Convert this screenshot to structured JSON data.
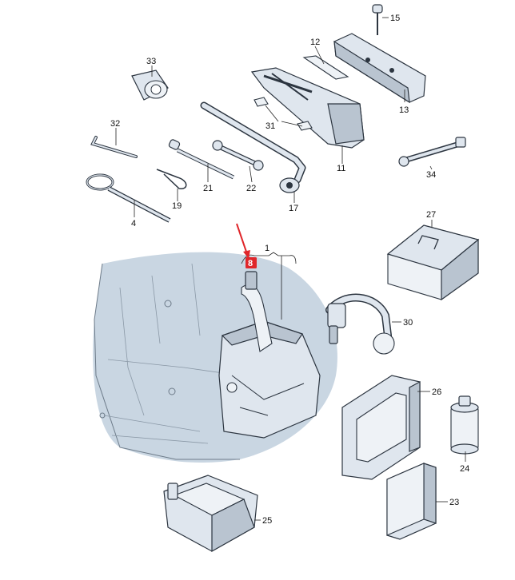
{
  "callouts": {
    "c15": "15",
    "c12": "12",
    "c33": "33",
    "c13": "13",
    "c31": "31",
    "c11": "11",
    "c32": "32",
    "c21": "21",
    "c22": "22",
    "c19": "19",
    "c17": "17",
    "c34": "34",
    "c4": "4",
    "c27": "27",
    "c1": "1",
    "c8": "8",
    "c30": "30",
    "c26": "26",
    "c24": "24",
    "c25": "25",
    "c23": "23"
  },
  "colors": {
    "highlight_box": "#e0262a",
    "arrow": "#e0262a",
    "part_fill": "#dfe6ee",
    "floor_fill": "#c9d6e2"
  }
}
